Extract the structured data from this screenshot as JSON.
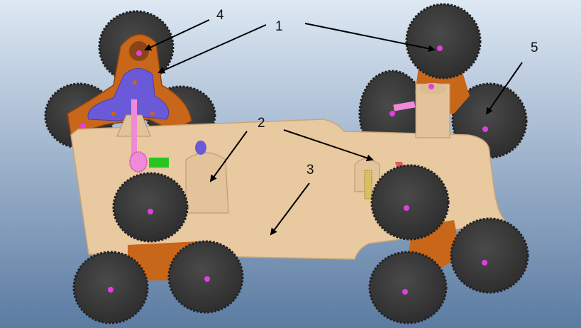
{
  "labels": {
    "l1": "1",
    "l2": "2",
    "l3": "3",
    "l4": "4",
    "l5": "5"
  },
  "colors": {
    "background_top": "#d7e4f1",
    "background_bottom": "#5f7fa5",
    "chassis": "#e8c9a0",
    "chassis_edge": "#c9a57a",
    "arm": "#c8661a",
    "hub_purple": "#6a5ad8",
    "tire": "#3d3d3d",
    "hub_magenta": "#e040e0",
    "gear_pink": "#f08ad8",
    "green_part": "#29c41f",
    "link_red": "#d9605e",
    "arrow": "#000000"
  },
  "icons": [
    "wheel-icon",
    "arrow-icon"
  ]
}
